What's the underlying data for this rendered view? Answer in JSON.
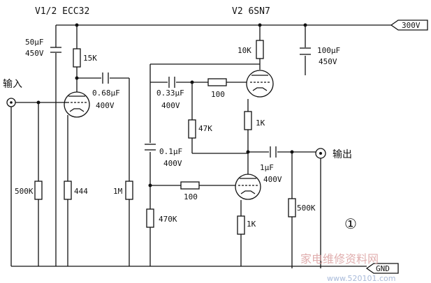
{
  "tubes": {
    "v1": "V1/2 ECC32",
    "v2": "V2 6SN7"
  },
  "supply": {
    "b_plus": "300V",
    "filter_cap": "100μF",
    "filter_cap_voltage": "450V"
  },
  "input": {
    "label": "输入",
    "cap": "50μF",
    "cap_voltage": "450V",
    "plate_resistor": "15K",
    "grid_resistor": "500K",
    "cathode_resistor": "444"
  },
  "coupling": {
    "cap1": "0.68μF",
    "cap1_voltage": "400V",
    "grid_leak": "1M",
    "cap2": "0.33μF",
    "cap2_voltage": "400V",
    "series_resistor": "100"
  },
  "stage2": {
    "plate_resistor": "10K",
    "cathode_resistor": "1K",
    "divider_resistor": "47K",
    "bypass_cap": "0.1μF",
    "bypass_cap_voltage": "400V",
    "grid_stopper": "100",
    "bias_resistor": "470K",
    "lower_cathode_resistor": "1K"
  },
  "output": {
    "label": "输出",
    "cap": "1μF",
    "cap_voltage": "400V",
    "load_resistor": "500K"
  },
  "ground": "GND",
  "figure_number": "①",
  "watermark": {
    "line1": "家电维修资料网",
    "line2": "www.520101.com"
  }
}
